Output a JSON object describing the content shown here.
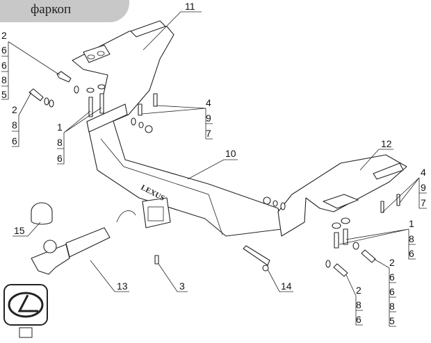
{
  "title": "фаркоп",
  "callouts": {
    "c11": "11",
    "c10": "10",
    "c12": "12",
    "c13": "13",
    "c14": "14",
    "c15": "15",
    "c3": "3",
    "left_bolt_a": [
      "2",
      "6",
      "6",
      "8",
      "5"
    ],
    "left_bolt_b": [
      "2",
      "8",
      "6"
    ],
    "left_pin": [
      "1",
      "8",
      "6"
    ],
    "left_small_bolt": [
      "4",
      "9",
      "7"
    ],
    "right_small_bolt": [
      "4",
      "9",
      "7"
    ],
    "right_pin": [
      "1",
      "8",
      "6"
    ],
    "right_bolt_a": [
      "2",
      "6",
      "6",
      "8",
      "5"
    ],
    "right_bolt_b": [
      "2",
      "8",
      "6"
    ]
  },
  "beam_text": "LEXUS",
  "logo_text": "LEXUS"
}
